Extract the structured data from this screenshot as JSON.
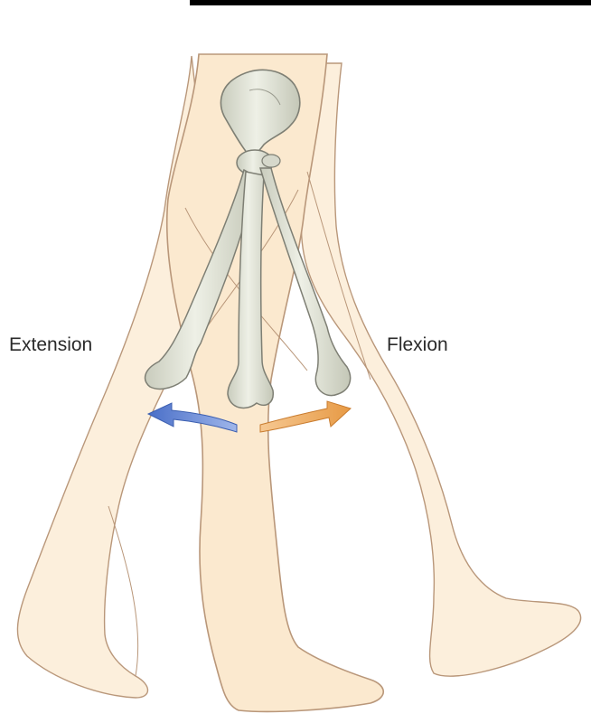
{
  "labels": {
    "extension": "Extension",
    "flexion": "Flexion"
  },
  "colors": {
    "background": "#ffffff",
    "skin_fill": "#fbe9cf",
    "skin_fill_light": "#fcefdc",
    "skin_outline": "#b9977a",
    "bone_fill": "#e6e8dc",
    "bone_shade": "#c9ccbd",
    "bone_outline": "#7e7f74",
    "extension_arrow": "#5b7fd1",
    "flexion_arrow": "#e9a257",
    "top_rule": "#000000"
  },
  "icons": {
    "extension_arrow": "curved-arrow-left",
    "flexion_arrow": "curved-arrow-right"
  }
}
